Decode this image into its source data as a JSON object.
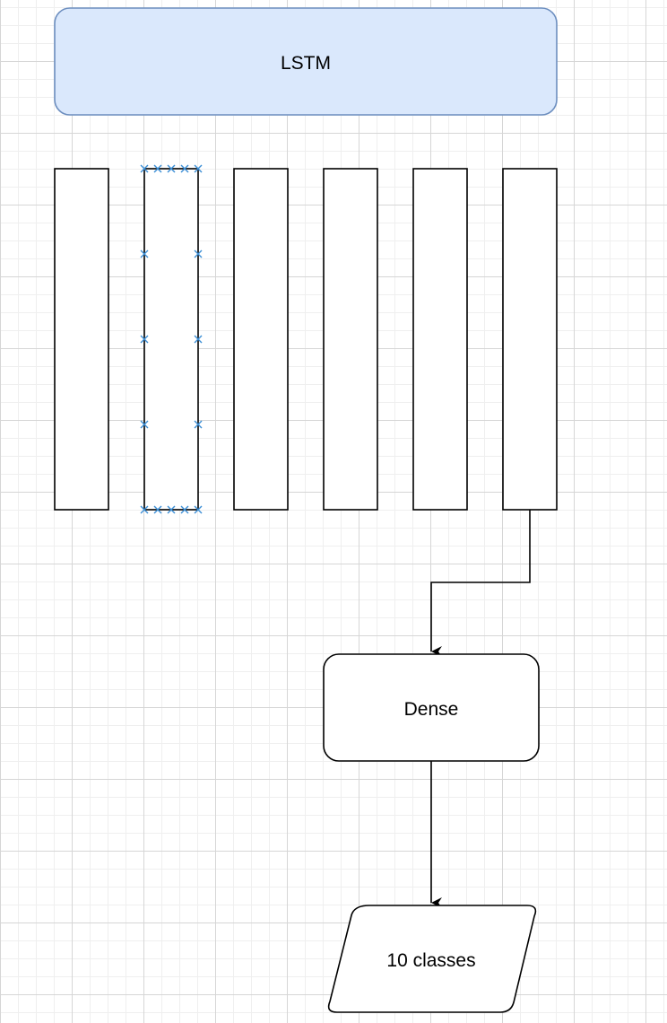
{
  "diagram": {
    "lstm_label": "LSTM",
    "dense_label": "Dense",
    "output_label": "10 classes",
    "timestep_count": 6,
    "selected_timestep_index": 1,
    "colors": {
      "lstm_fill": "#dae8fc",
      "lstm_stroke": "#6c8ebf",
      "shape_stroke": "#000000",
      "shape_fill": "#ffffff",
      "selection_handle": "#3d8fd6"
    }
  }
}
